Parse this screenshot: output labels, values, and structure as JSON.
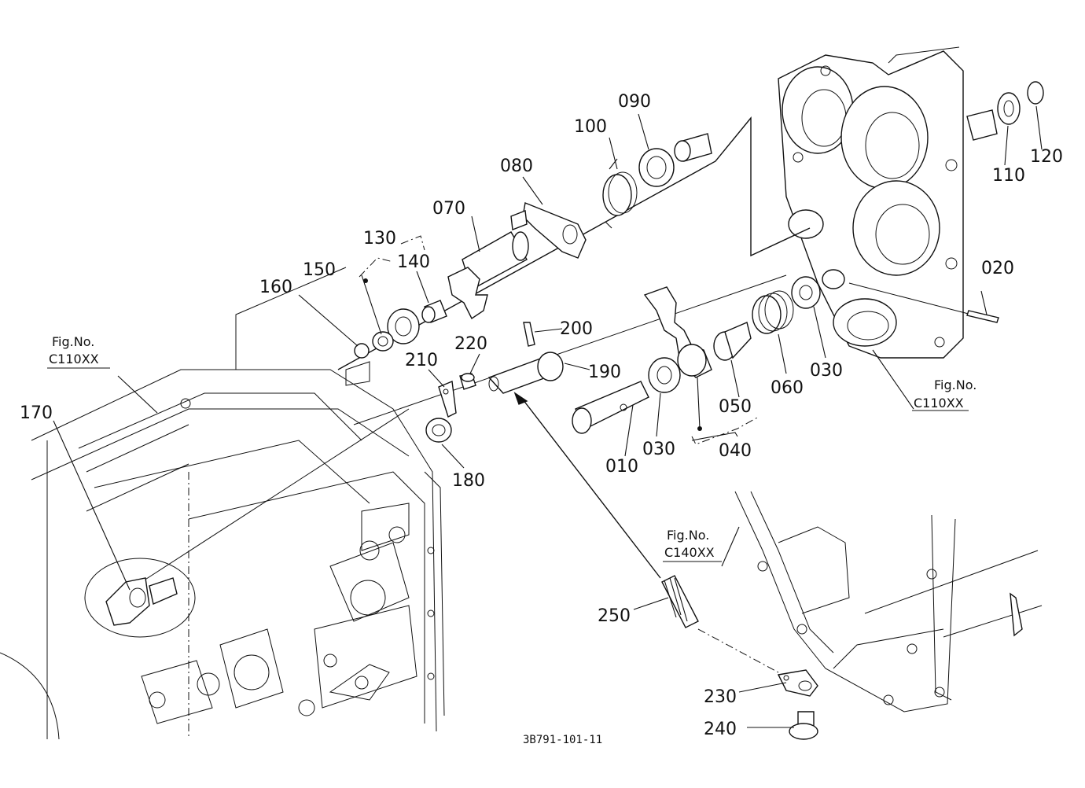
{
  "parts": [
    {
      "id": "p010",
      "label": "010"
    },
    {
      "id": "p020",
      "label": "020"
    },
    {
      "id": "p030a",
      "label": "030"
    },
    {
      "id": "p030b",
      "label": "030"
    },
    {
      "id": "p040",
      "label": "040"
    },
    {
      "id": "p050",
      "label": "050"
    },
    {
      "id": "p060",
      "label": "060"
    },
    {
      "id": "p070",
      "label": "070"
    },
    {
      "id": "p080",
      "label": "080"
    },
    {
      "id": "p090",
      "label": "090"
    },
    {
      "id": "p100",
      "label": "100"
    },
    {
      "id": "p110",
      "label": "110"
    },
    {
      "id": "p120",
      "label": "120"
    },
    {
      "id": "p130",
      "label": "130"
    },
    {
      "id": "p140",
      "label": "140"
    },
    {
      "id": "p150",
      "label": "150"
    },
    {
      "id": "p160",
      "label": "160"
    },
    {
      "id": "p170",
      "label": "170"
    },
    {
      "id": "p180",
      "label": "180"
    },
    {
      "id": "p190",
      "label": "190"
    },
    {
      "id": "p200",
      "label": "200"
    },
    {
      "id": "p210",
      "label": "210"
    },
    {
      "id": "p220",
      "label": "220"
    },
    {
      "id": "p230",
      "label": "230"
    },
    {
      "id": "p240",
      "label": "240"
    },
    {
      "id": "p250",
      "label": "250"
    }
  ],
  "figure_refs": [
    {
      "id": "ref_left",
      "line1": "Fig.No.",
      "line2": "C110XX"
    },
    {
      "id": "ref_right",
      "line1": "Fig.No.",
      "line2": "C110XX"
    },
    {
      "id": "ref_bottom",
      "line1": "Fig.No.",
      "line2": "C140XX"
    }
  ],
  "drawing_code": "3B791-101-11"
}
